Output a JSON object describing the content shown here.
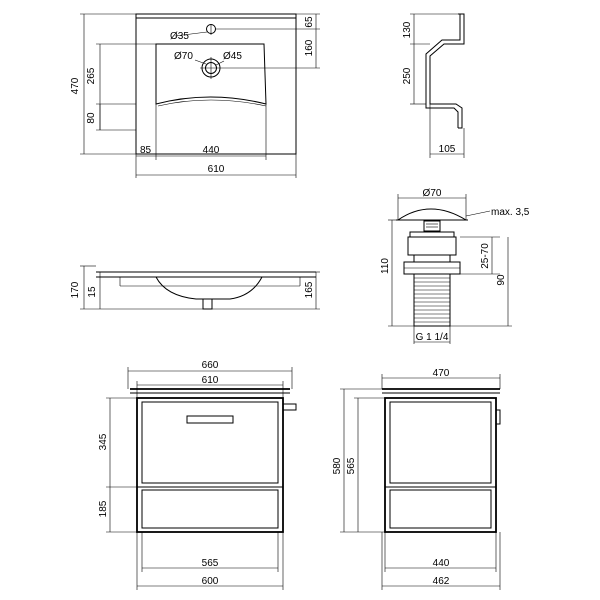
{
  "basin_top": {
    "dims": {
      "height_total": "470",
      "height_mid": "265",
      "height_low": "80",
      "top_offset": "65",
      "right_160": "160",
      "left_85": "85",
      "width_440": "440",
      "width_610": "610"
    },
    "labels": {
      "tap_hole": "Ø35",
      "drain_outer": "Ø70",
      "drain_inner": "Ø45"
    }
  },
  "basin_side": {
    "dims": {
      "top_130": "130",
      "mid_250": "250",
      "bottom_105": "105"
    }
  },
  "basin_front": {
    "dims": {
      "left_170": "170",
      "left_15": "15",
      "right_165": "165"
    }
  },
  "drain": {
    "dims": {
      "top_dia": "Ø70",
      "max_gap": "max. 3,5",
      "height_110": "110",
      "range": "25-70",
      "height_90": "90",
      "thread": "G 1 1/4"
    }
  },
  "cabinet_front": {
    "dims": {
      "top_660": "660",
      "top_610": "610",
      "left_345": "345",
      "left_185": "185",
      "bottom_565": "565",
      "bottom_600": "600"
    }
  },
  "cabinet_side": {
    "dims": {
      "top_470": "470",
      "left_580": "580",
      "left_565": "565",
      "bottom_440": "440",
      "bottom_462": "462"
    }
  }
}
